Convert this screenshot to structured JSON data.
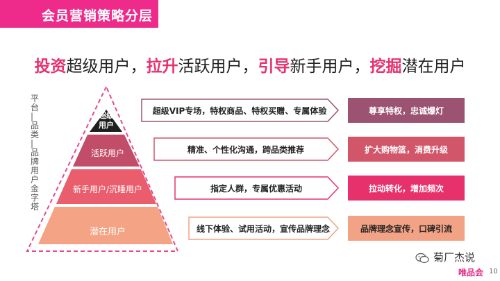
{
  "header": {
    "title": "会员营销策略分层"
  },
  "headline": {
    "w1": "投资",
    "t1": "超级用户，",
    "w2": "拉升",
    "t2": "活跃用户，",
    "w3": "引导",
    "t3": "新手用户，",
    "w4": "挖掘",
    "t4": "潜在用户"
  },
  "pyramid": {
    "side_label": "平台 | 品类 | 品牌 用户金字塔",
    "levels": [
      "超级用户",
      "活跃用户",
      "新手用户/沉睡用户",
      "潜在用户"
    ]
  },
  "tactics": [
    "超级VIP专场，特权商品、特权买赠、专属体验",
    "精准、个性化沟通，跨品类推荐",
    "指定人群，专属优惠活动",
    "线下体验、试用活动，宣传品牌理念"
  ],
  "outcomes": [
    "尊享特权，忠诚爆灯",
    "扩大购物篮，消费升级",
    "拉动转化，增加频次",
    "品牌理念宣传，口碑引流"
  ],
  "colors": {
    "accent": "#ee2b8b",
    "outcome_colors": [
      "#9b5371",
      "#d2566a",
      "#e7316d",
      "#f2a285"
    ],
    "level_colors": [
      "#1e1e1e",
      "#c24d68",
      "#e95d6c",
      "#f4a384"
    ]
  },
  "watermark": {
    "account": "菊厂杰说",
    "icon": "wechat-icon"
  },
  "footer": {
    "brand": "唯品会",
    "page": "10"
  }
}
